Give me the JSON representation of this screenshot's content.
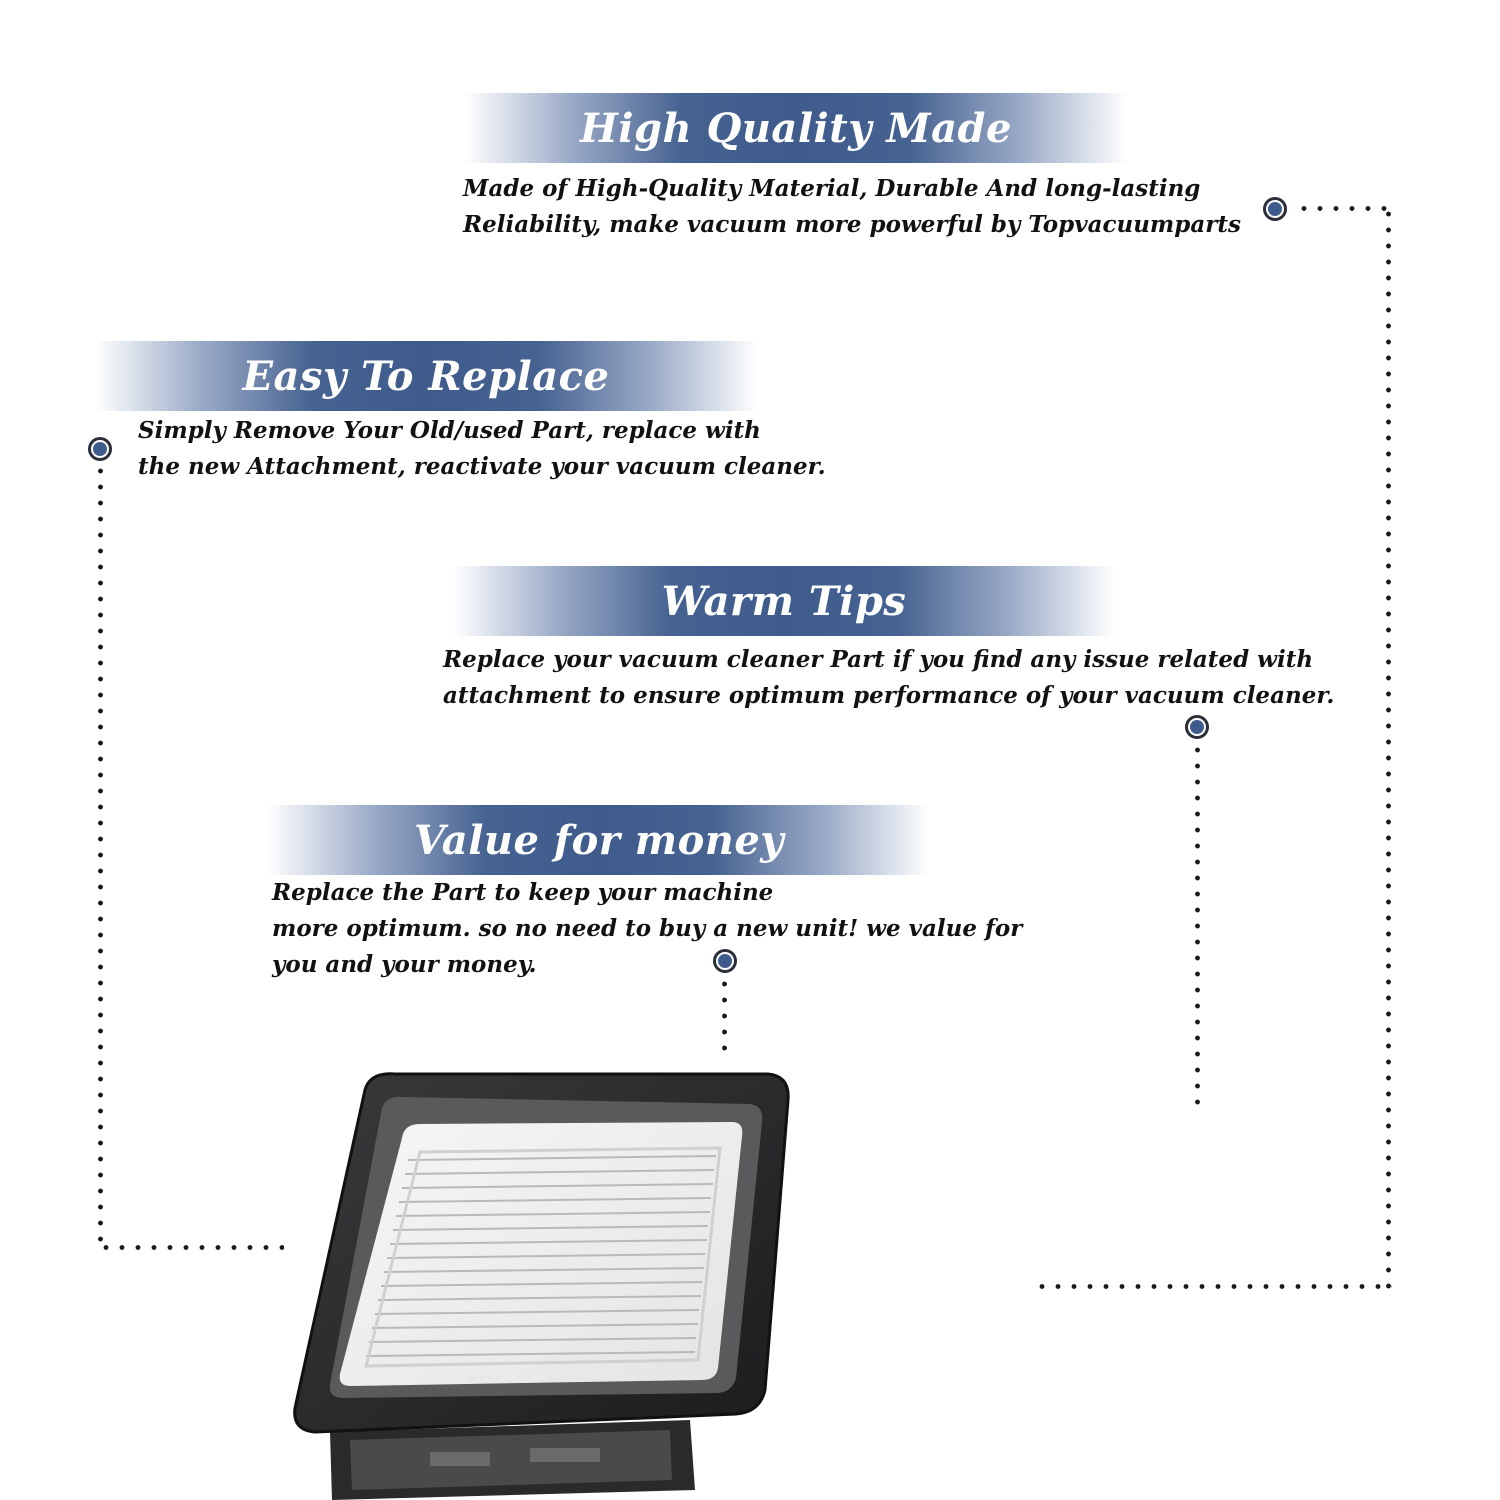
{
  "sections": [
    {
      "title": "High Quality Made",
      "lines": [
        "Made of  High-Quality Material, Durable And long-lasting",
        "Reliability, make vacuum more powerful by Topvacuumparts"
      ]
    },
    {
      "title": "Easy To Replace",
      "lines": [
        "Simply Remove Your Old/used Part, replace with",
        "the new Attachment, reactivate your vacuum cleaner."
      ]
    },
    {
      "title": "Warm Tips",
      "lines": [
        "Replace your vacuum cleaner Part if you find any issue related with",
        " attachment to ensure optimum performance of your vacuum cleaner."
      ]
    },
    {
      "title": "Value for money",
      "lines": [
        "Replace the Part to keep your machine",
        "more optimum. so no need to buy a new unit! we value for",
        "you and your money."
      ]
    }
  ],
  "colors": {
    "banner_blue": "#3f5b8c",
    "marker_blue": "#3f5b8c",
    "text": "#111111",
    "dots": "#1a1a1a"
  },
  "product_image": "vacuum-filter"
}
